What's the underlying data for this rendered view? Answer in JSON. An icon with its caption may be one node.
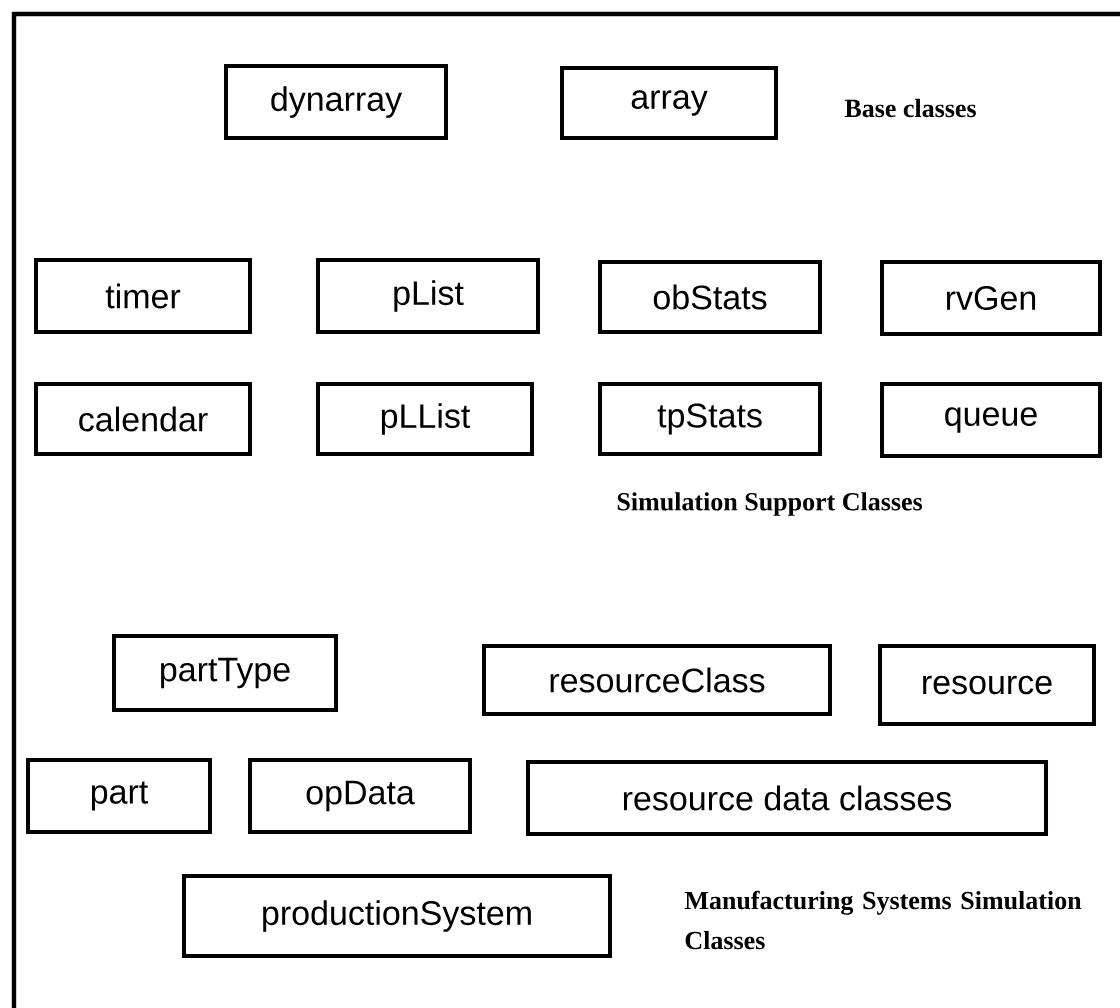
{
  "diagram": {
    "nodes": [
      {
        "text": [
          "dynarray"
        ]
      },
      {
        "text": [
          "array"
        ]
      },
      {
        "text": [
          "timer"
        ]
      },
      {
        "text": [
          "pList"
        ]
      },
      {
        "text": [
          "obStats"
        ]
      },
      {
        "text": [
          "rvGen"
        ]
      },
      {
        "text": [
          "calendar"
        ]
      },
      {
        "text": [
          "pLList"
        ]
      },
      {
        "text": [
          "tpStats"
        ]
      },
      {
        "text": [
          "queue"
        ]
      },
      {
        "text": [
          "partType"
        ]
      },
      {
        "text": [
          "resourceClass"
        ]
      },
      {
        "text": [
          "resource"
        ]
      },
      {
        "text": [
          "part"
        ]
      },
      {
        "text": [
          "opData"
        ]
      },
      {
        "text": [
          "resource data classes"
        ]
      },
      {
        "text": [
          "productionSystem"
        ]
      }
    ],
    "labels": [
      "Base classes",
      "Simulation Support Classes",
      "Manufacturing Systems Simulation Classes"
    ]
  }
}
